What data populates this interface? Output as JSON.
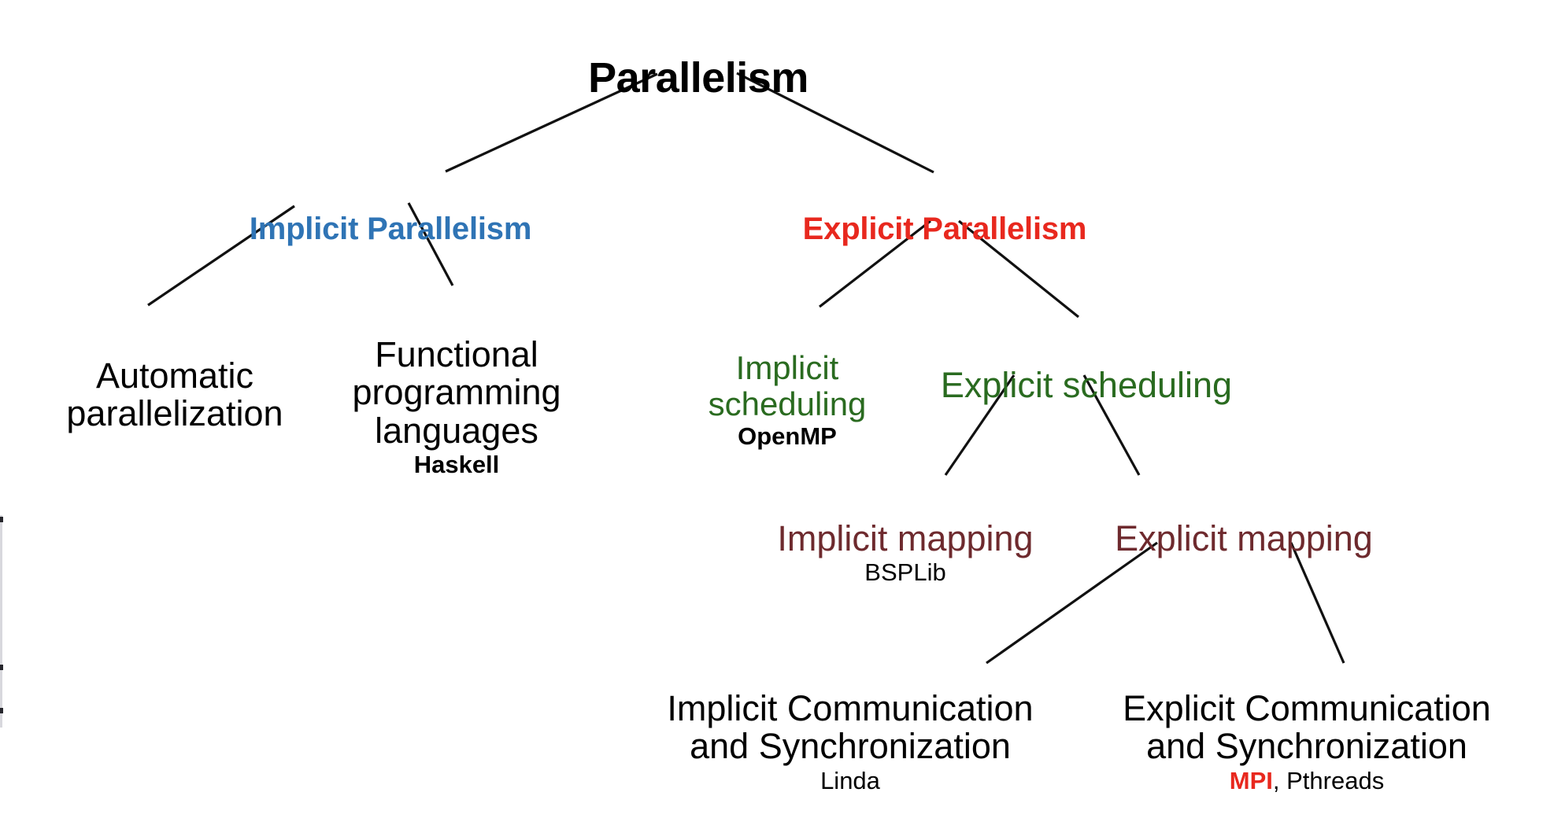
{
  "diagram": {
    "title": "Parallelism",
    "type": "tree",
    "background_color": "#ffffff",
    "colors": {
      "root": "#000000",
      "implicit_parallelism": "#2f74b5",
      "explicit_parallelism": "#e8281e",
      "scheduling": "#2a6b20",
      "mapping": "#6e2a2e",
      "plain": "#000000",
      "mpi": "#e8281e",
      "edge": "#000000"
    },
    "nodes": {
      "root": {
        "label": "Parallelism"
      },
      "implicit_parallelism": {
        "label": "Implicit Parallelism"
      },
      "explicit_parallelism": {
        "label": "Explicit Parallelism"
      },
      "automatic_parallelization": {
        "label": "Automatic\nparallelization"
      },
      "functional_programming": {
        "label": "Functional\nprogramming\nlanguages",
        "example": "Haskell"
      },
      "implicit_scheduling": {
        "label": "Implicit\nscheduling",
        "example": "OpenMP"
      },
      "explicit_scheduling": {
        "label": "Explicit scheduling"
      },
      "implicit_mapping": {
        "label": "Implicit mapping",
        "example": "BSPLib"
      },
      "explicit_mapping": {
        "label": "Explicit mapping"
      },
      "implicit_communication": {
        "label": "Implicit Communication\nand Synchronization",
        "example": "Linda"
      },
      "explicit_communication": {
        "label": "Explicit Communication\nand Synchronization",
        "example_primary": "MPI",
        "example_rest": ", Pthreads"
      }
    },
    "edges": [
      {
        "from": "root",
        "to": "implicit_parallelism"
      },
      {
        "from": "root",
        "to": "explicit_parallelism"
      },
      {
        "from": "implicit_parallelism",
        "to": "automatic_parallelization"
      },
      {
        "from": "implicit_parallelism",
        "to": "functional_programming"
      },
      {
        "from": "explicit_parallelism",
        "to": "implicit_scheduling"
      },
      {
        "from": "explicit_parallelism",
        "to": "explicit_scheduling"
      },
      {
        "from": "explicit_scheduling",
        "to": "implicit_mapping"
      },
      {
        "from": "explicit_scheduling",
        "to": "explicit_mapping"
      },
      {
        "from": "explicit_mapping",
        "to": "implicit_communication"
      },
      {
        "from": "explicit_mapping",
        "to": "explicit_communication"
      }
    ]
  }
}
